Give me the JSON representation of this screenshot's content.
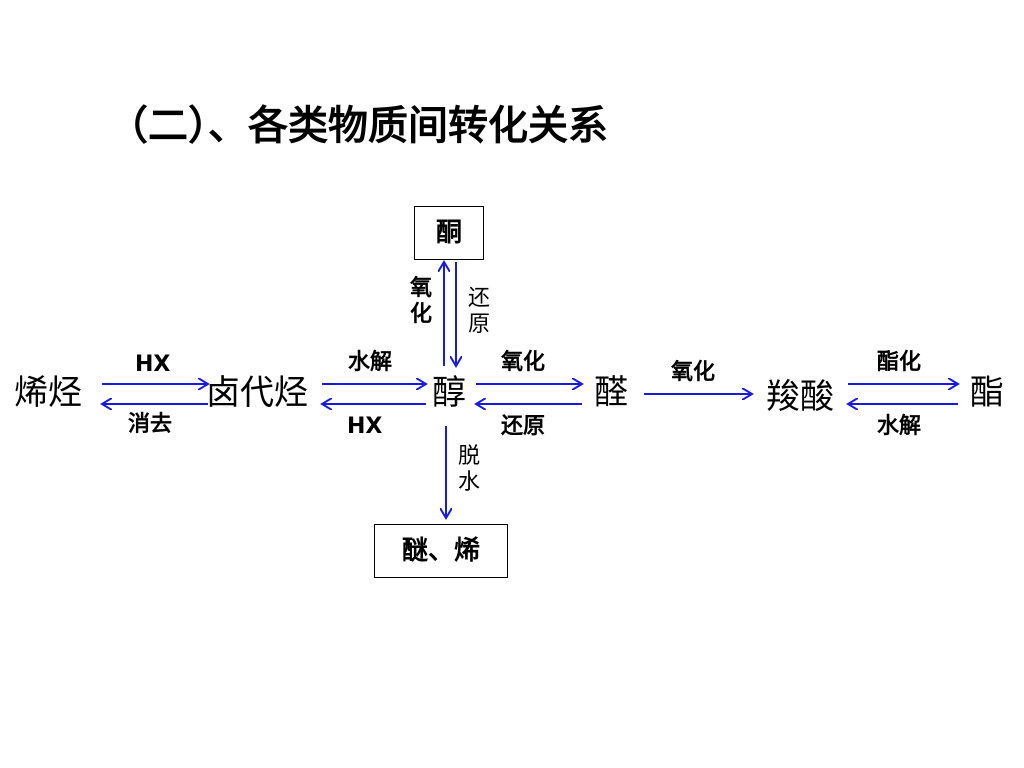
{
  "title": "（二）、各类物质间转化关系",
  "nodes": {
    "alkene": "烯烃",
    "haloalkane": "卤代烃",
    "alcohol": "醇",
    "aldehyde": "醛",
    "carboxylic_acid": "羧酸",
    "ester": "酯",
    "ketone": "酮",
    "ether_alkene": "醚、烯"
  },
  "edges": {
    "alkene_to_haloalkane": "HX",
    "haloalkane_to_alkene": "消去",
    "haloalkane_to_alcohol": "水解",
    "alcohol_to_haloalkane": "HX",
    "alcohol_to_aldehyde": "氧化",
    "aldehyde_to_alcohol": "还原",
    "aldehyde_to_acid": "氧化",
    "acid_to_ester": "酯化",
    "ester_to_acid": "水解",
    "alcohol_to_ketone": "氧化",
    "ketone_to_alcohol": "还原",
    "alcohol_to_ether": "脱水"
  },
  "colors": {
    "arrow": "#1a1adb",
    "text": "#000000"
  }
}
